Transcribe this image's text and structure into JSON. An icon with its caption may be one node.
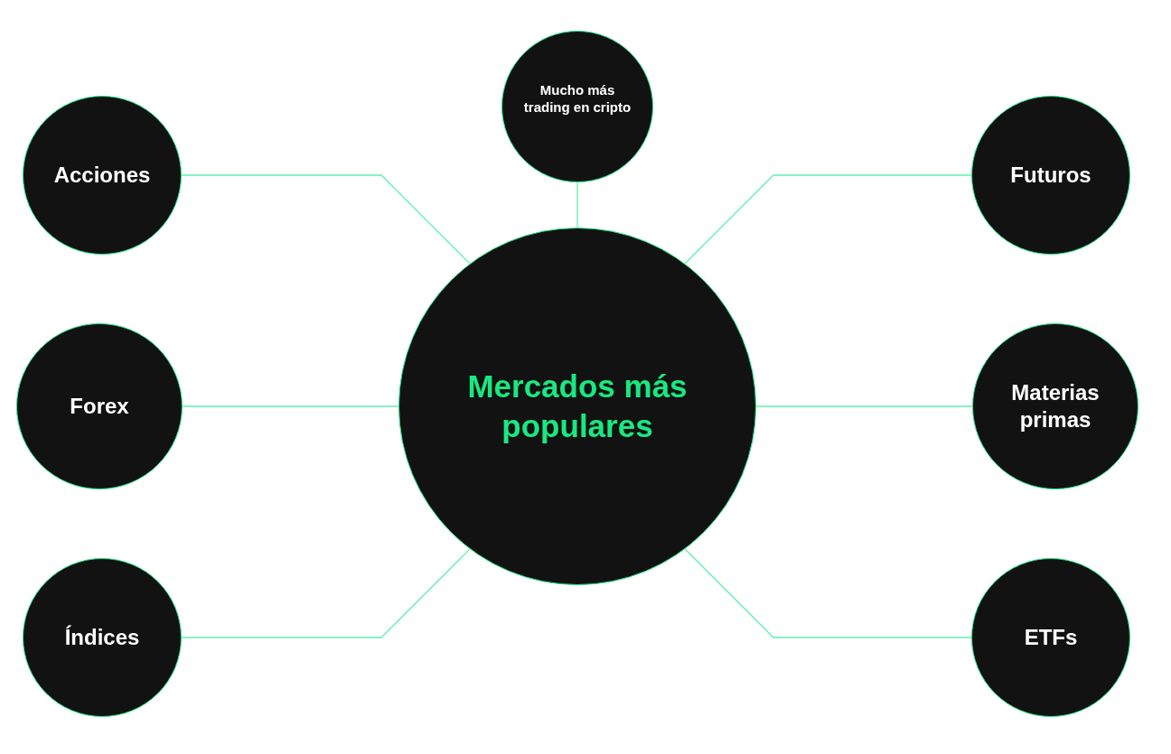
{
  "diagram": {
    "nodes": [
      {
        "text": [
          "Mucho más trading en cripto"
        ]
      },
      {
        "text": [
          "Acciones"
        ]
      },
      {
        "text": [
          "Futuros"
        ]
      },
      {
        "text": [
          "Forex"
        ]
      },
      {
        "text": [
          "Mercados más populares"
        ]
      },
      {
        "text": [
          "Materias primas"
        ]
      },
      {
        "text": [
          "Índices"
        ]
      },
      {
        "text": [
          "ETFs"
        ]
      }
    ],
    "edges": [
      {
        "from": 4,
        "to": 0,
        "arrow": "none"
      },
      {
        "from": 4,
        "to": 1,
        "arrow": "none"
      },
      {
        "from": 4,
        "to": 2,
        "arrow": "none"
      },
      {
        "from": 4,
        "to": 3,
        "arrow": "none"
      },
      {
        "from": 4,
        "to": 5,
        "arrow": "none"
      },
      {
        "from": 4,
        "to": 6,
        "arrow": "none"
      },
      {
        "from": 4,
        "to": 7,
        "arrow": "none"
      }
    ]
  }
}
